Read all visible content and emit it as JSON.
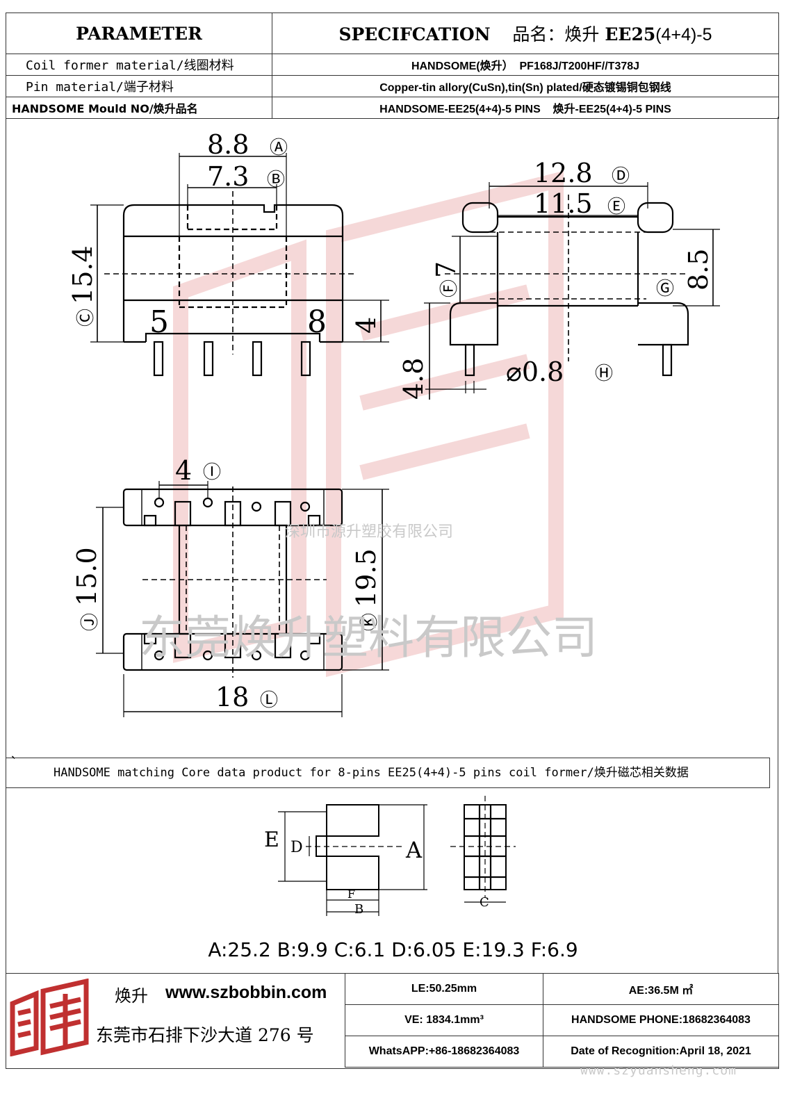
{
  "header": {
    "parameter_label": "PARAMETER",
    "spec_label": "SPECIFCATION",
    "product_name_prefix": "品名：焕升",
    "product_model": "EE25",
    "product_suffix": "(4+4)-5"
  },
  "rows": [
    {
      "label": "Coil former material/线圈材料",
      "value": "HANDSOME(焕升）  PF168J/T200HF//T378J"
    },
    {
      "label": "Pin material/端子材料",
      "value": "Copper-tin allory(CuSn),tin(Sn) plated/硬态镀锡铜包钢线"
    },
    {
      "label": "HANDSOME Mould NO/焕升品名",
      "value": "HANDSOME-EE25(4+4)-5 PINS    焕升-EE25(4+4)-5 PINS"
    }
  ],
  "drawing": {
    "dim_a": "8.8",
    "ref_a": "Ⓐ",
    "dim_b": "7.3",
    "ref_b": "Ⓑ",
    "dim_c": "15.4",
    "ref_c": "Ⓒ",
    "dim_d": "12.8",
    "ref_d": "Ⓓ",
    "dim_e": "11.5",
    "ref_e": "Ⓔ",
    "dim_f": "7",
    "ref_f": "Ⓕ",
    "dim_g": "8.5",
    "ref_g": "Ⓖ",
    "dim_h": "⌀0.8",
    "ref_h": "Ⓗ",
    "dim_i": "4",
    "ref_i": "Ⓘ",
    "dim_j": "15.0",
    "ref_j": "Ⓙ",
    "dim_k": "19.5",
    "ref_k": "Ⓚ",
    "dim_l": "18",
    "ref_l": "Ⓛ",
    "dim_pin_h": "4",
    "dim_pin_len": "4.8",
    "pin_5": "5",
    "pin_8": "8",
    "watermark_small": "深圳市源升塑胶有限公司",
    "watermark_large": "东莞焕升塑料有限公司"
  },
  "stray_mark": "、",
  "core": {
    "title": "HANDSOME matching Core data  product for 8-pins EE25(4+4)-5 pins coil former/焕升磁芯相关数据",
    "label_a": "A",
    "label_b": "B",
    "label_c": "C",
    "label_d": "D",
    "label_e": "E",
    "label_f": "F",
    "values": "A:25.2 B:9.9 C:6.1 D:6.05 E:19.3 F:6.9"
  },
  "footer": {
    "brand": "焕升",
    "url": "www.szbobbin.com",
    "address": "东莞市石排下沙大道 276 号",
    "le": "LE:50.25mm",
    "ae": "AE:36.5M ㎡",
    "ve": "VE: 1834.1mm³",
    "phone": "HANDSOME PHONE:18682364083",
    "whatsapp": "WhatsAPP:+86-18682364083",
    "date": "Date of Recognition:April 18, 2021",
    "watermark": "www.szyuansheng.com"
  }
}
